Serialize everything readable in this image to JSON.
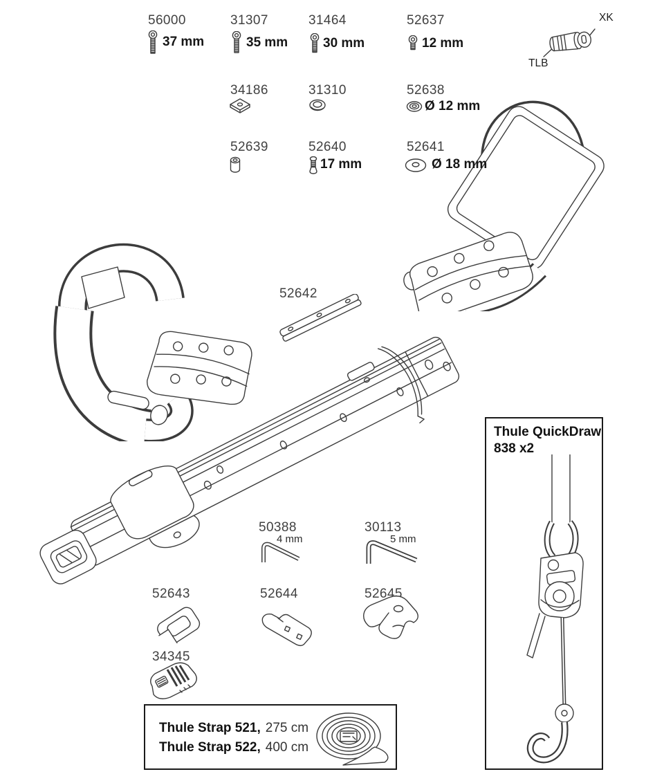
{
  "colors": {
    "line": "#3c3c3c",
    "label_text": "#414141",
    "emphasis_text": "#161616"
  },
  "parts_row1": [
    {
      "id": "56000",
      "size": "37 mm"
    },
    {
      "id": "31307",
      "size": "35 mm"
    },
    {
      "id": "31464",
      "size": "30 mm"
    },
    {
      "id": "52637",
      "size": "12 mm"
    }
  ],
  "parts_row2": [
    {
      "id": "34186"
    },
    {
      "id": "31310"
    },
    {
      "id": "52638",
      "size": "Ø 12 mm"
    }
  ],
  "parts_row3": [
    {
      "id": "52639"
    },
    {
      "id": "52640",
      "size": "17 mm"
    },
    {
      "id": "52641",
      "size": "Ø 18 mm"
    }
  ],
  "lock": {
    "top_label": "XK",
    "bottom_label": "TLB"
  },
  "rail": {
    "id": "52642"
  },
  "tools": [
    {
      "id": "50388",
      "size": "4 mm"
    },
    {
      "id": "30113",
      "size": "5 mm"
    }
  ],
  "brackets": [
    {
      "id": "52643"
    },
    {
      "id": "52644"
    },
    {
      "id": "52645"
    }
  ],
  "end_cap": {
    "id": "34345"
  },
  "strap_box": {
    "line1_name": "Thule Strap 521,",
    "line1_value": "275 cm",
    "line2_name": "Thule Strap 522,",
    "line2_value": "400 cm"
  },
  "quickdraw_box": {
    "title": "Thule QuickDraw",
    "subtitle": "838 x2"
  }
}
